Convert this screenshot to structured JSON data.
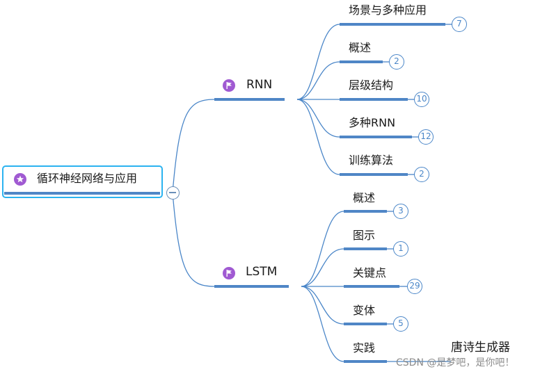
{
  "root": {
    "label": "循环神经网络与应用",
    "icon": "star-icon"
  },
  "branches": [
    {
      "label": "RNN",
      "icon": "flag-icon",
      "children": [
        {
          "label": "场景与多种应用",
          "count": "7"
        },
        {
          "label": "概述",
          "count": "2"
        },
        {
          "label": "层级结构",
          "count": "10"
        },
        {
          "label": "多种RNN",
          "count": "12"
        },
        {
          "label": "训练算法",
          "count": "2"
        }
      ]
    },
    {
      "label": "LSTM",
      "icon": "flag-icon",
      "children": [
        {
          "label": "概述",
          "count": "3"
        },
        {
          "label": "图示",
          "count": "1"
        },
        {
          "label": "关键点",
          "count": "29"
        },
        {
          "label": "变体",
          "count": "5"
        },
        {
          "label": "实践",
          "child": "唐诗生成器"
        }
      ]
    }
  ],
  "watermark": "CSDN @是梦吧，是你吧！",
  "colors": {
    "line": "#4a86c8",
    "underline": "#4f86c6",
    "root_border": "#2bb3f0",
    "icon": "#a05ad2"
  }
}
